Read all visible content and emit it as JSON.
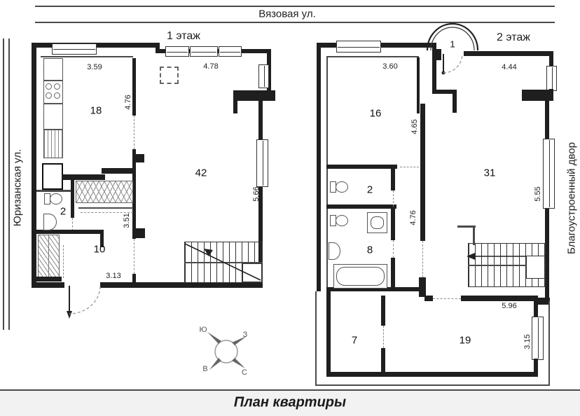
{
  "page_title": "План квартиры",
  "streets": {
    "top": "Вязовая ул.",
    "left": "Юризанская ул.",
    "right": "Благоустроенный двор"
  },
  "floor1": {
    "title": "1 этаж",
    "rooms": [
      "18",
      "42",
      "2",
      "10"
    ],
    "dims": [
      "3.59",
      "4.78",
      "4.76",
      "5.66",
      "3.51",
      "3.13"
    ]
  },
  "floor2": {
    "title": "2 этаж",
    "balcony": "1",
    "rooms": [
      "16",
      "31",
      "2",
      "8",
      "7",
      "19"
    ],
    "dims": [
      "3.60",
      "4.44",
      "4.65",
      "5.55",
      "4.76",
      "5.96",
      "3.15"
    ]
  },
  "compass": {
    "top_left": "Ю",
    "top_right": "З",
    "bottom_left": "В",
    "bottom_right": "С"
  }
}
